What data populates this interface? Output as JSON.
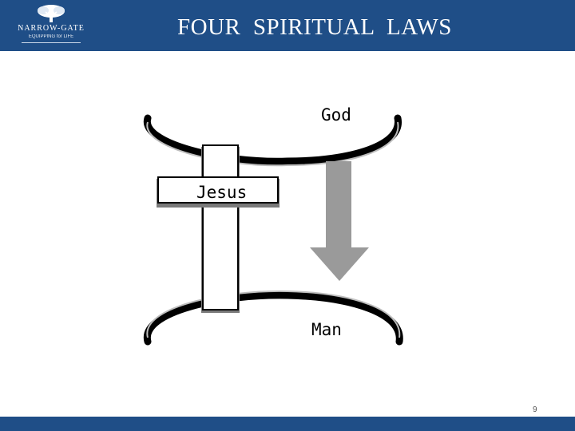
{
  "header": {
    "logo": {
      "name": "NARROW-GATE",
      "tagline": "EQUIPPING for LIFE"
    },
    "title": "FOUR  SPIRITUAL  LAWS"
  },
  "diagram": {
    "top_label": "God",
    "cross_label": "Jesus",
    "bottom_label": "Man",
    "arrow": "arrow-down-icon"
  },
  "footer": {
    "slide_number": "9"
  },
  "colors": {
    "header_bar": "#1f4e87",
    "arrow": "#9a9a9a",
    "text_white": "#ffffff"
  }
}
